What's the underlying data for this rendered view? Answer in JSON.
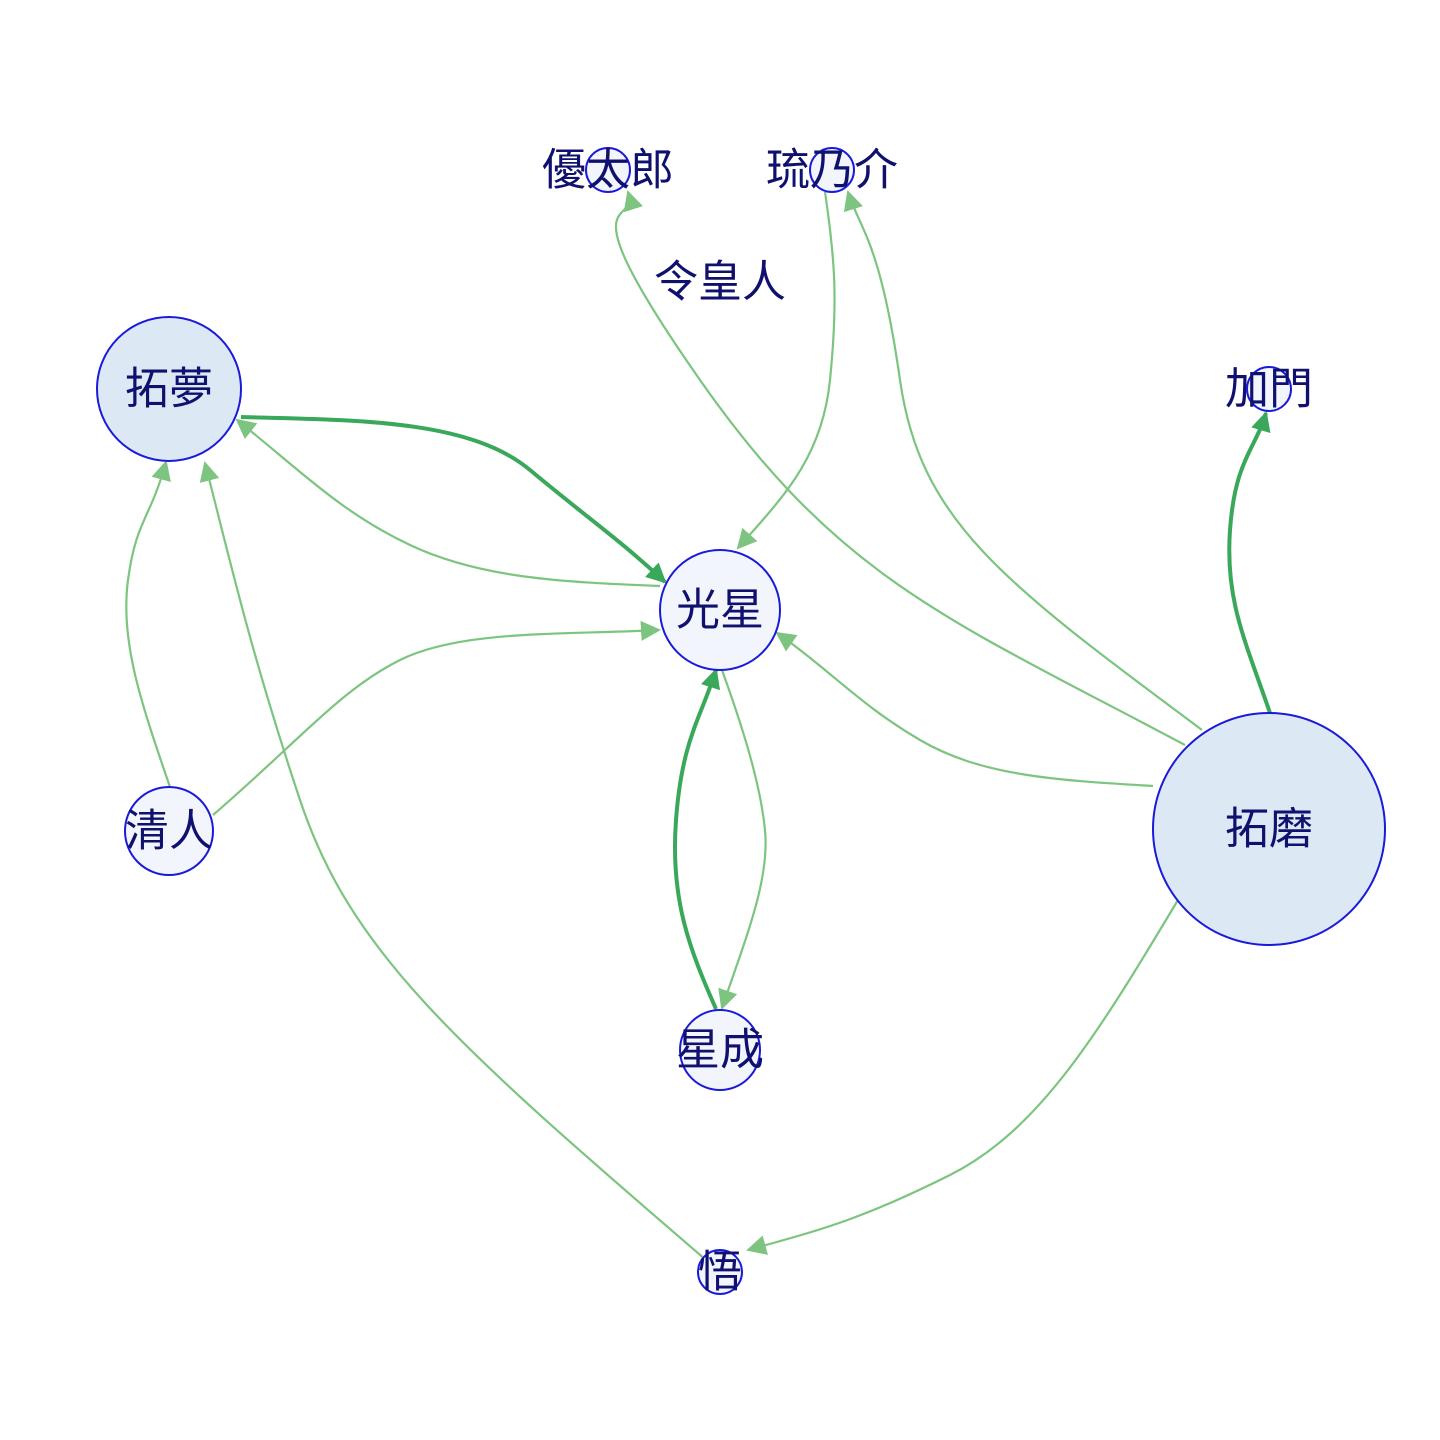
{
  "graph": {
    "colors": {
      "edge_light": "#7cc47f",
      "edge_dark": "#3aa85a",
      "node_stroke": "#1a1adb",
      "node_fill_large": "#dde8f5",
      "node_fill_small": "#f2f6fc",
      "label": "#10106e",
      "background": "#ffffff"
    },
    "nodes": [
      {
        "id": "yutaro",
        "label": "優太郎",
        "size": "small"
      },
      {
        "id": "runosuke",
        "label": "琉乃介",
        "size": "small"
      },
      {
        "id": "reiojin",
        "label": "令皇人",
        "size": "none"
      },
      {
        "id": "takumu",
        "label": "拓夢",
        "size": "large"
      },
      {
        "id": "kamon",
        "label": "加門",
        "size": "small"
      },
      {
        "id": "kousei",
        "label": "光星",
        "size": "medium"
      },
      {
        "id": "kiyoto",
        "label": "清人",
        "size": "medium"
      },
      {
        "id": "takuma",
        "label": "拓磨",
        "size": "xlarge"
      },
      {
        "id": "seina",
        "label": "星成",
        "size": "medium"
      },
      {
        "id": "satoru",
        "label": "悟",
        "size": "small"
      }
    ],
    "edges": [
      {
        "from": "takuma",
        "to": "yutaro",
        "weight": 1
      },
      {
        "from": "takuma",
        "to": "runosuke",
        "weight": 1
      },
      {
        "from": "runosuke",
        "to": "kousei",
        "weight": 1
      },
      {
        "from": "takuma",
        "to": "kamon",
        "weight": 2
      },
      {
        "from": "takumu",
        "to": "kousei",
        "weight": 2
      },
      {
        "from": "kousei",
        "to": "takumu",
        "weight": 1
      },
      {
        "from": "kiyoto",
        "to": "takumu",
        "weight": 1
      },
      {
        "from": "kiyoto",
        "to": "kousei",
        "weight": 1
      },
      {
        "from": "satoru",
        "to": "takumu",
        "weight": 1
      },
      {
        "from": "takuma",
        "to": "kousei",
        "weight": 1
      },
      {
        "from": "seina",
        "to": "kousei",
        "weight": 2
      },
      {
        "from": "kousei",
        "to": "seina",
        "weight": 1
      },
      {
        "from": "takuma",
        "to": "satoru",
        "weight": 1
      }
    ]
  }
}
